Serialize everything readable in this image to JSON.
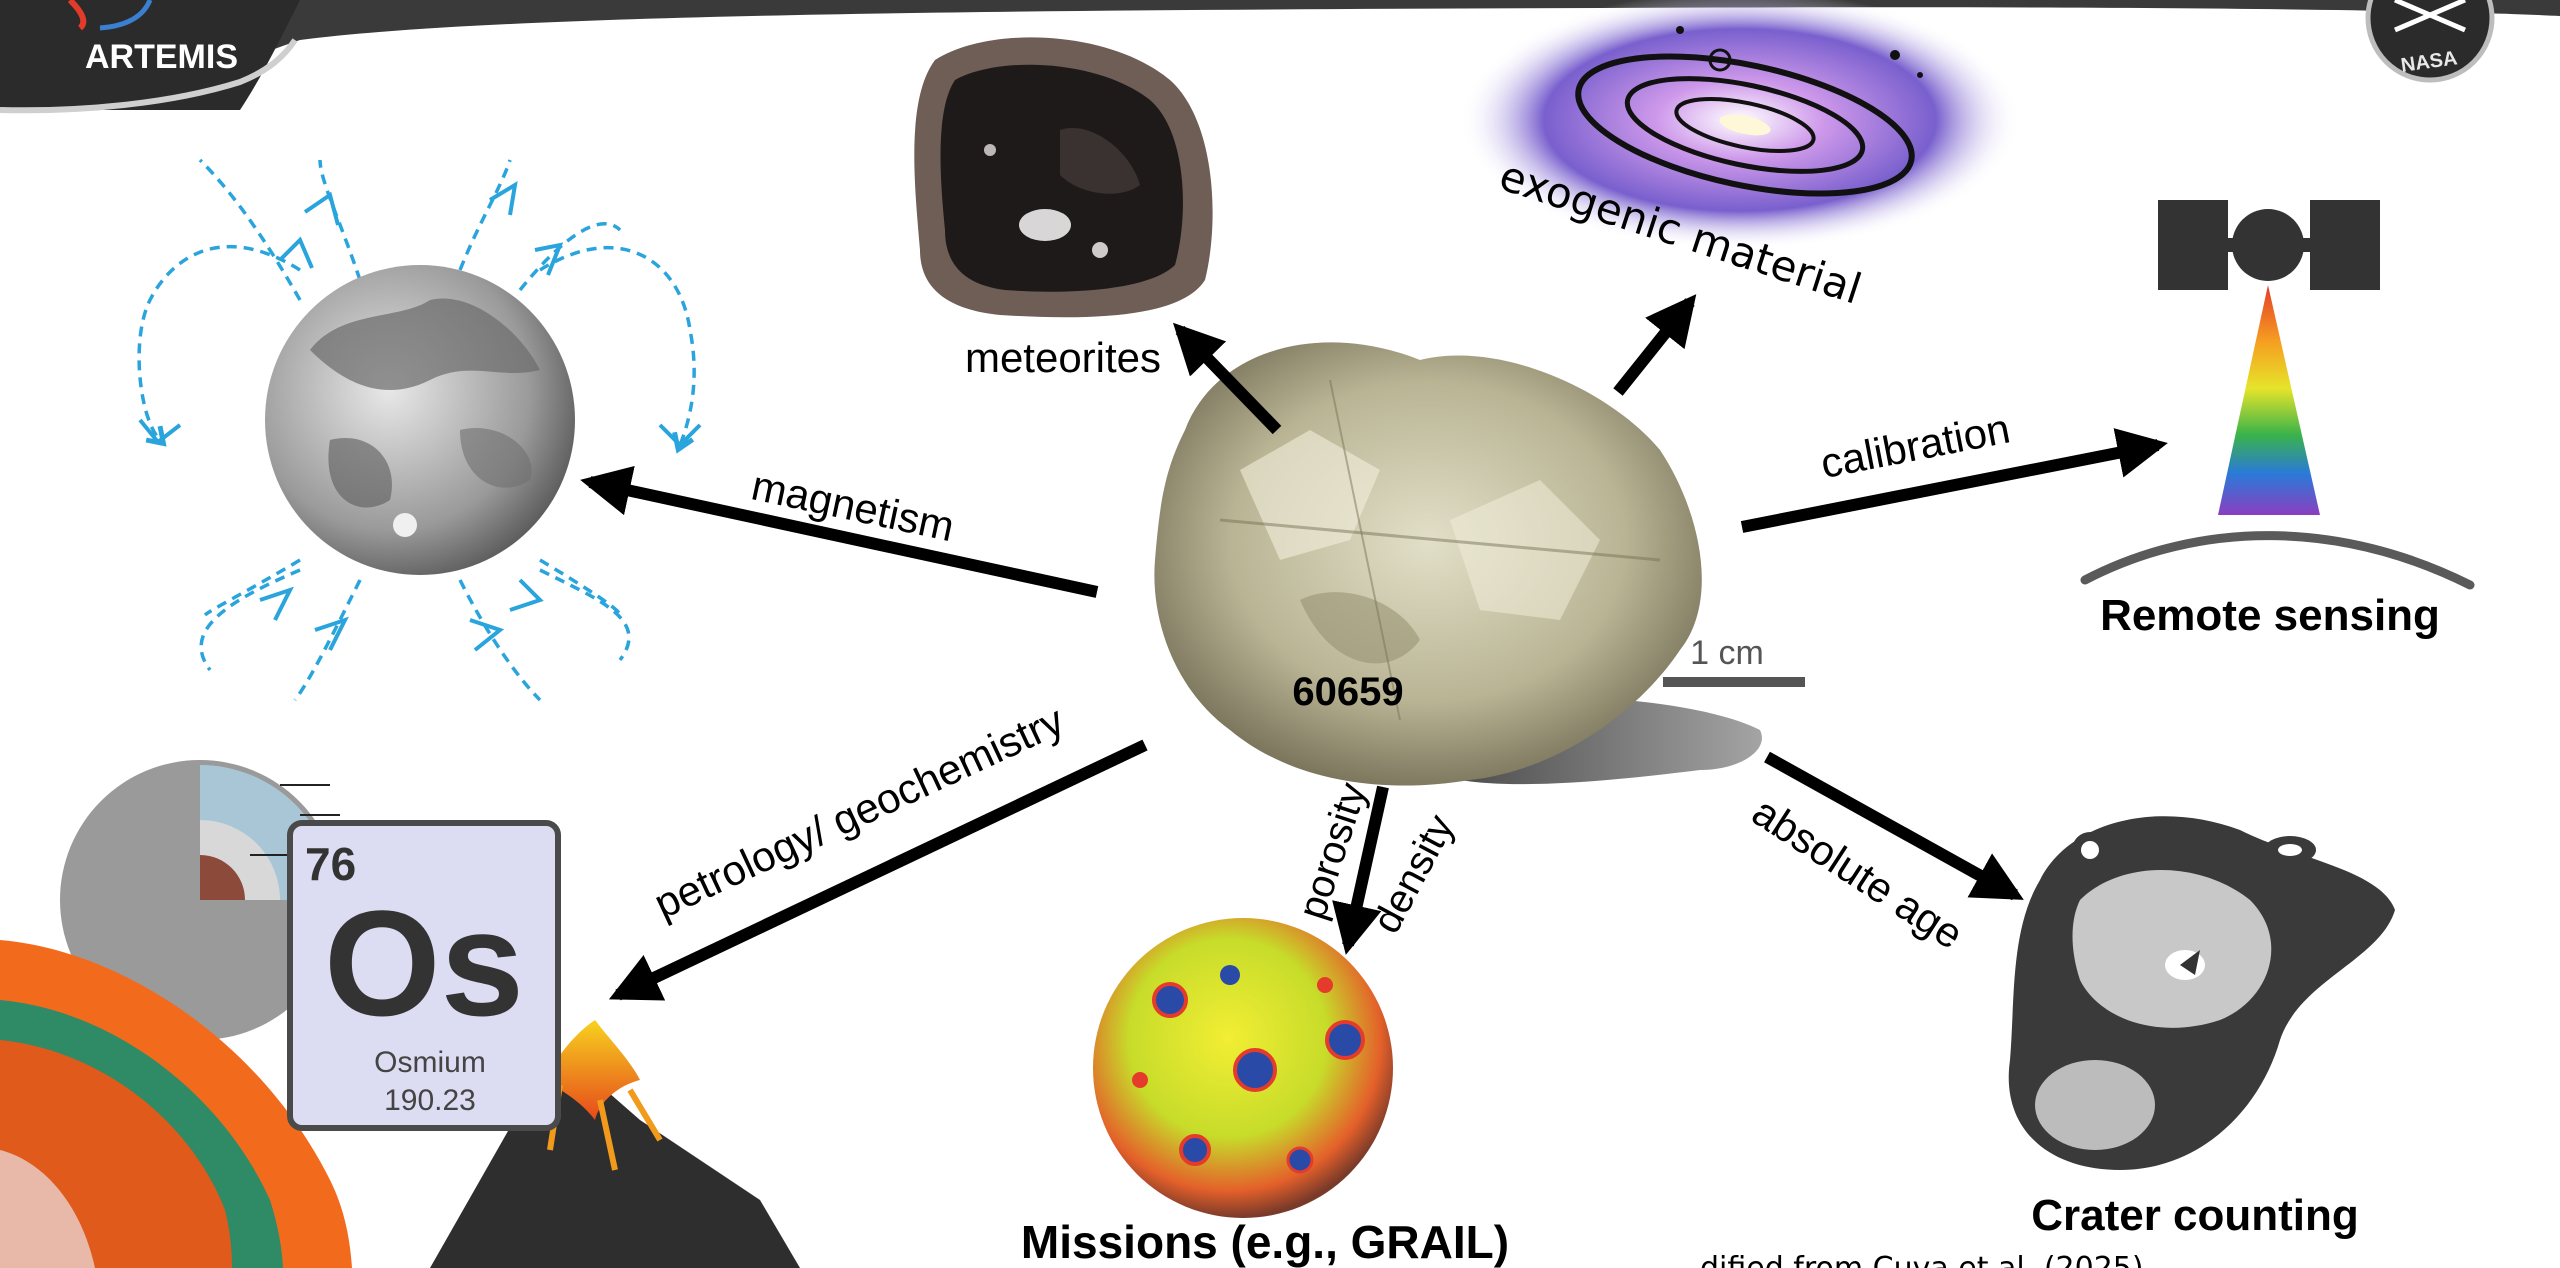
{
  "header": {
    "logo_text": "ARTEMIS",
    "badge_text": "NASA"
  },
  "center": {
    "sample_id": "60659",
    "scale_label": "1 cm"
  },
  "branches": {
    "meteorites": "meteorites",
    "exogenic": "exogenic material",
    "calibration": "calibration",
    "magnetism": "magnetism",
    "petrology": "petrology/ geochemistry",
    "porosity": "porosity",
    "density": "density",
    "absolute_age": "absolute age"
  },
  "targets": {
    "remote_sensing": "Remote sensing",
    "crater_counting": "Crater counting",
    "missions": "Missions (e.g., GRAIL)"
  },
  "element_tile": {
    "number": "76",
    "symbol": "Os",
    "name": "Osmium",
    "mass": "190.23"
  },
  "citation": "dified from Cuva et al. (2025)",
  "colors": {
    "field_lines": "#2aa4dc",
    "arrows": "#000000",
    "header_dark": "#3a3a3a",
    "tile_fill": "#dcdcf2"
  }
}
